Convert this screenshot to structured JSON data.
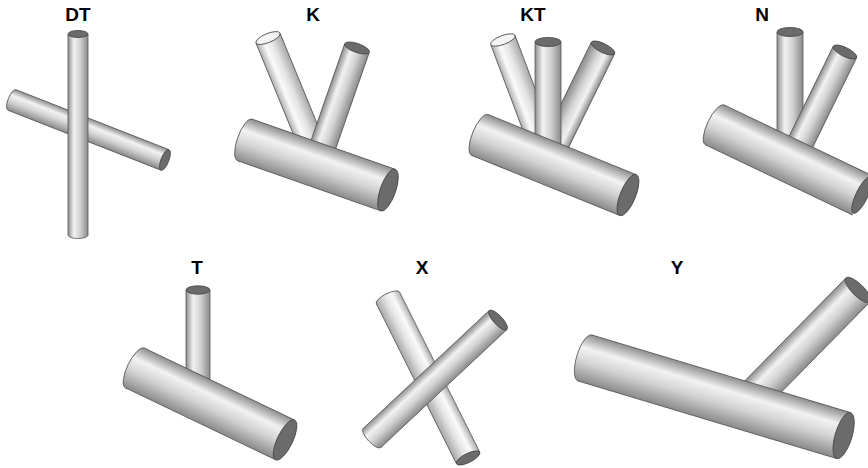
{
  "diagram": {
    "labels": [
      "DT",
      "K",
      "KT",
      "N",
      "T",
      "X",
      "Y"
    ]
  }
}
